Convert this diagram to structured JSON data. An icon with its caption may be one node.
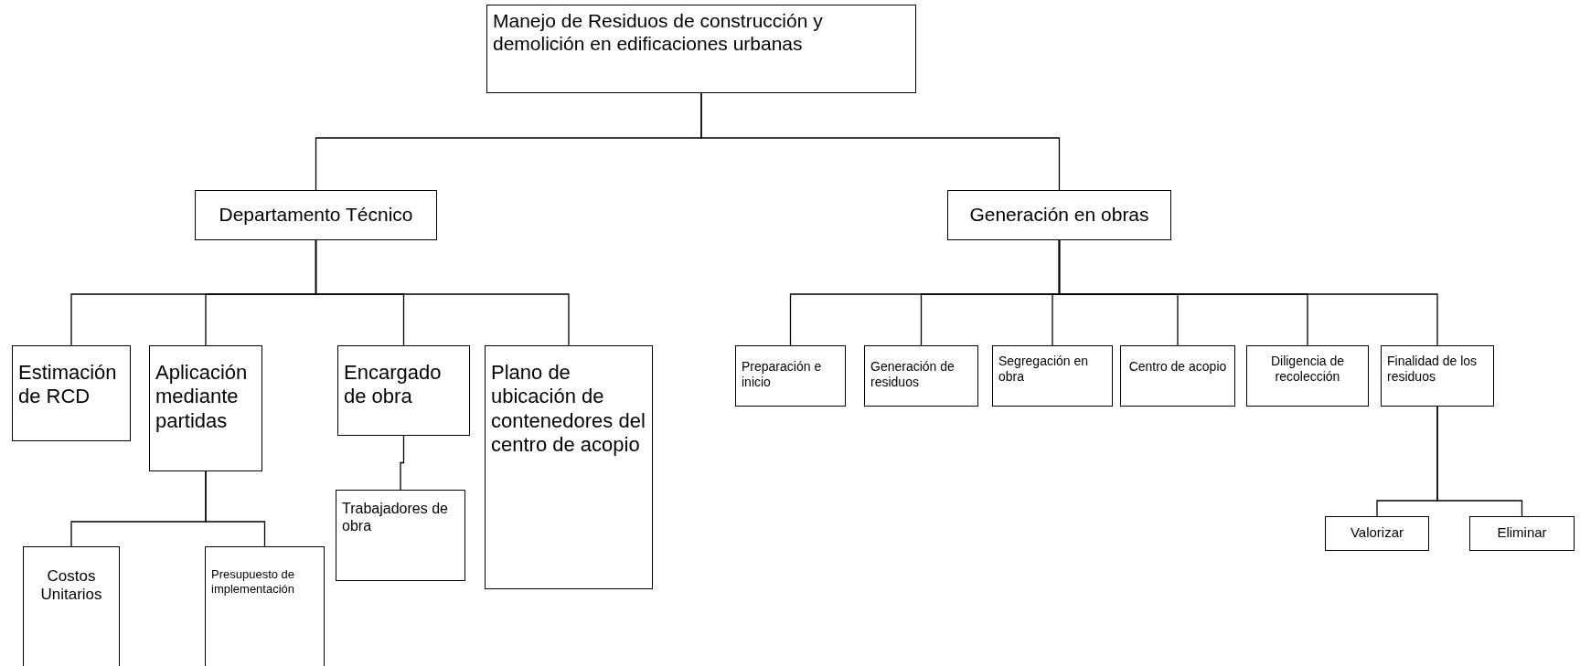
{
  "diagram": {
    "nodes": [
      {
        "text": [
          "Manejo de Residuos de construcción y demolición en edificaciones urbanas"
        ]
      },
      {
        "text": [
          "Departamento Técnico"
        ]
      },
      {
        "text": [
          "Generación en obras"
        ]
      },
      {
        "text": [
          "Estimación de RCD"
        ]
      },
      {
        "text": [
          "Aplicación mediante partidas"
        ]
      },
      {
        "text": [
          "Encargado de obra"
        ]
      },
      {
        "text": [
          "Plano de ubicación de contenedores del centro de acopio"
        ]
      },
      {
        "text": [
          "Preparación e inicio"
        ]
      },
      {
        "text": [
          "Generación de residuos"
        ]
      },
      {
        "text": [
          "Segregación en obra"
        ]
      },
      {
        "text": [
          "Centro de acopio"
        ]
      },
      {
        "text": [
          "Diligencia de recolección"
        ]
      },
      {
        "text": [
          "Finalidad de los residuos"
        ]
      },
      {
        "text": [
          "Costos Unitarios"
        ]
      },
      {
        "text": [
          "Presupuesto de implementación"
        ]
      },
      {
        "text": [
          "Trabajadores de obra"
        ]
      },
      {
        "text": [
          "Valorizar"
        ]
      },
      {
        "text": [
          "Eliminar"
        ]
      }
    ],
    "edges": [
      {
        "from": 0,
        "to": 1,
        "arrow": "none"
      },
      {
        "from": 0,
        "to": 2,
        "arrow": "none"
      },
      {
        "from": 1,
        "to": 3,
        "arrow": "none"
      },
      {
        "from": 1,
        "to": 4,
        "arrow": "none"
      },
      {
        "from": 1,
        "to": 5,
        "arrow": "none"
      },
      {
        "from": 1,
        "to": 6,
        "arrow": "none"
      },
      {
        "from": 2,
        "to": 7,
        "arrow": "none"
      },
      {
        "from": 2,
        "to": 8,
        "arrow": "none"
      },
      {
        "from": 2,
        "to": 9,
        "arrow": "none"
      },
      {
        "from": 2,
        "to": 10,
        "arrow": "none"
      },
      {
        "from": 2,
        "to": 11,
        "arrow": "none"
      },
      {
        "from": 2,
        "to": 12,
        "arrow": "none"
      },
      {
        "from": 4,
        "to": 13,
        "arrow": "none"
      },
      {
        "from": 4,
        "to": 14,
        "arrow": "none"
      },
      {
        "from": 5,
        "to": 15,
        "arrow": "none"
      },
      {
        "from": 12,
        "to": 16,
        "arrow": "none"
      },
      {
        "from": 12,
        "to": 17,
        "arrow": "none"
      }
    ]
  }
}
